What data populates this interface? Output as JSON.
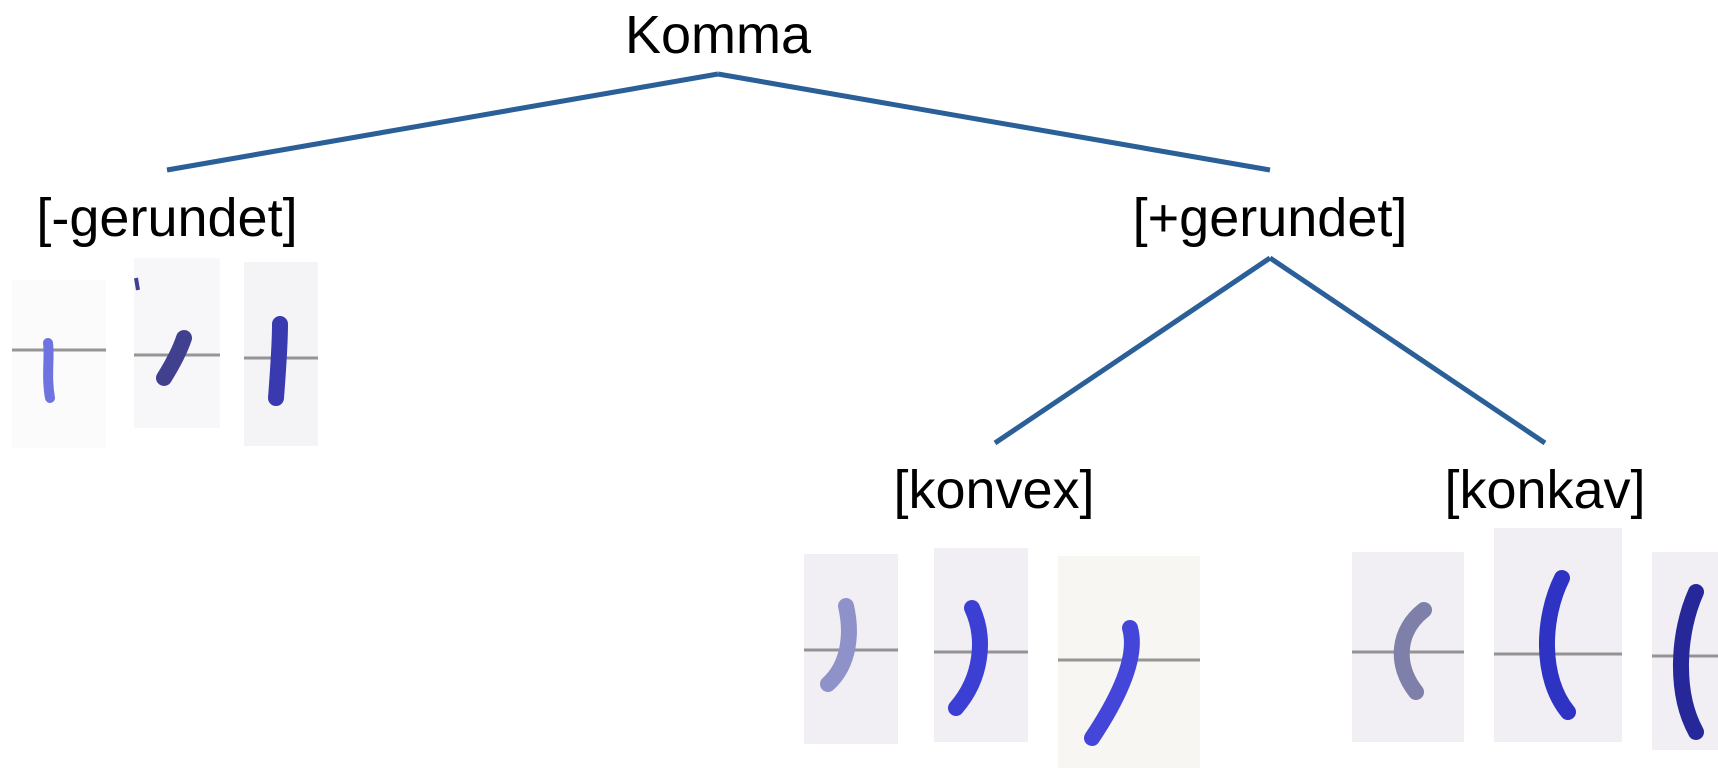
{
  "tree": {
    "root": {
      "label": "Komma"
    },
    "left": {
      "label": "[-gerundet]",
      "samples": [
        {
          "name": "sample-unrounded-1",
          "stroke": "#6f73e0",
          "ink": "light"
        },
        {
          "name": "sample-unrounded-2",
          "stroke": "#40408f",
          "ink": "dark"
        },
        {
          "name": "sample-unrounded-3",
          "stroke": "#3a3ab0",
          "ink": "dark"
        }
      ]
    },
    "right": {
      "label": "[+gerundet]",
      "children": [
        {
          "label": "[konvex]",
          "samples": [
            {
              "name": "sample-convex-1",
              "stroke": "#8f92c9",
              "ink": "faint"
            },
            {
              "name": "sample-convex-2",
              "stroke": "#3b3fd4",
              "ink": "strong"
            },
            {
              "name": "sample-convex-3",
              "stroke": "#4346d8",
              "ink": "strong"
            }
          ]
        },
        {
          "label": "[konkav]",
          "samples": [
            {
              "name": "sample-concave-1",
              "stroke": "#7e80aa",
              "ink": "faint"
            },
            {
              "name": "sample-concave-2",
              "stroke": "#2f33c4",
              "ink": "strong"
            },
            {
              "name": "sample-concave-3",
              "stroke": "#26289a",
              "ink": "dark"
            }
          ]
        }
      ]
    }
  },
  "colors": {
    "branch_line": "#2a5f98",
    "baseline": "#7d7d7d",
    "thumb_background": "#f1eff3"
  }
}
